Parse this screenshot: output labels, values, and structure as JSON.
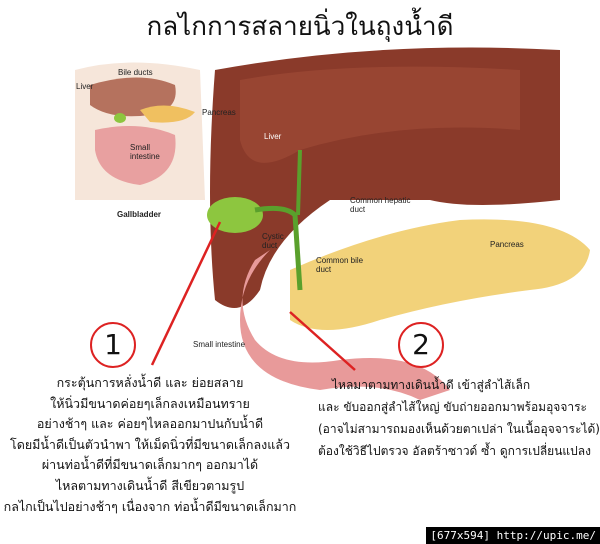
{
  "title": "กลไกการสลายนิ่วในถุงน้ำดี",
  "inset_labels": {
    "bile_ducts": "Bile ducts",
    "liver": "Liver",
    "pancreas": "Pancreas",
    "small_intestine": "Small\nintestine",
    "gallbladder": "Gallbladder"
  },
  "main_labels": {
    "liver": "Liver",
    "common_hepatic_duct": "Common hepatic\nduct",
    "cystic_duct": "Cystic\nduct",
    "common_bile_duct": "Common bile\nduct",
    "pancreas": "Pancreas",
    "small_intestine": "Small intestine"
  },
  "step1": {
    "number": "1",
    "lines": [
      "กระตุ้นการหลั่งน้ำดี และ ย่อยสลาย",
      "ให้นิ่วมีขนาดค่อยๆเล็กลงเหมือนทราย",
      "อย่างช้าๆ และ ค่อยๆไหลออกมาปนกับน้ำดี",
      "โดยมีน้ำดีเป็นตัวนำพา ให้เม็ดนิ่วที่มีขนาดเล็กลงแล้ว",
      "ผ่านท่อน้ำดีที่มีขนาดเล็กมากๆ ออกมาได้",
      "ไหลตามทางเดินน้ำดี สีเขียวตามรูป",
      "กลไกเป็นไปอย่างช้าๆ เนื่องจาก ท่อน้ำดีมีขนาดเล็กมาก"
    ]
  },
  "step2": {
    "number": "2",
    "lines": [
      "ไหลมาตามทางเดินน้ำดี เข้าสู่ลำไส้เล็ก",
      "และ ขับออกสู่ลำไส้ใหญ่ ขับถ่ายออกมาพร้อมอุจจาระ",
      "(อาจไม่สามารถมองเห็นด้วยตาเปล่า ในเนื้ออุจจาระได้)",
      "ต้องใช้วิธีไปตรวจ อัลตร้าซาวด์ ซ้ำ ดูการเปลี่ยนแปลง"
    ]
  },
  "footer": "[677x594] http://upic.me/",
  "colors": {
    "liver": "#8a3a2a",
    "gallbladder": "#8dc63f",
    "pancreas": "#f2d27a",
    "intestine": "#e89a9a",
    "callout": "#dd2222"
  }
}
